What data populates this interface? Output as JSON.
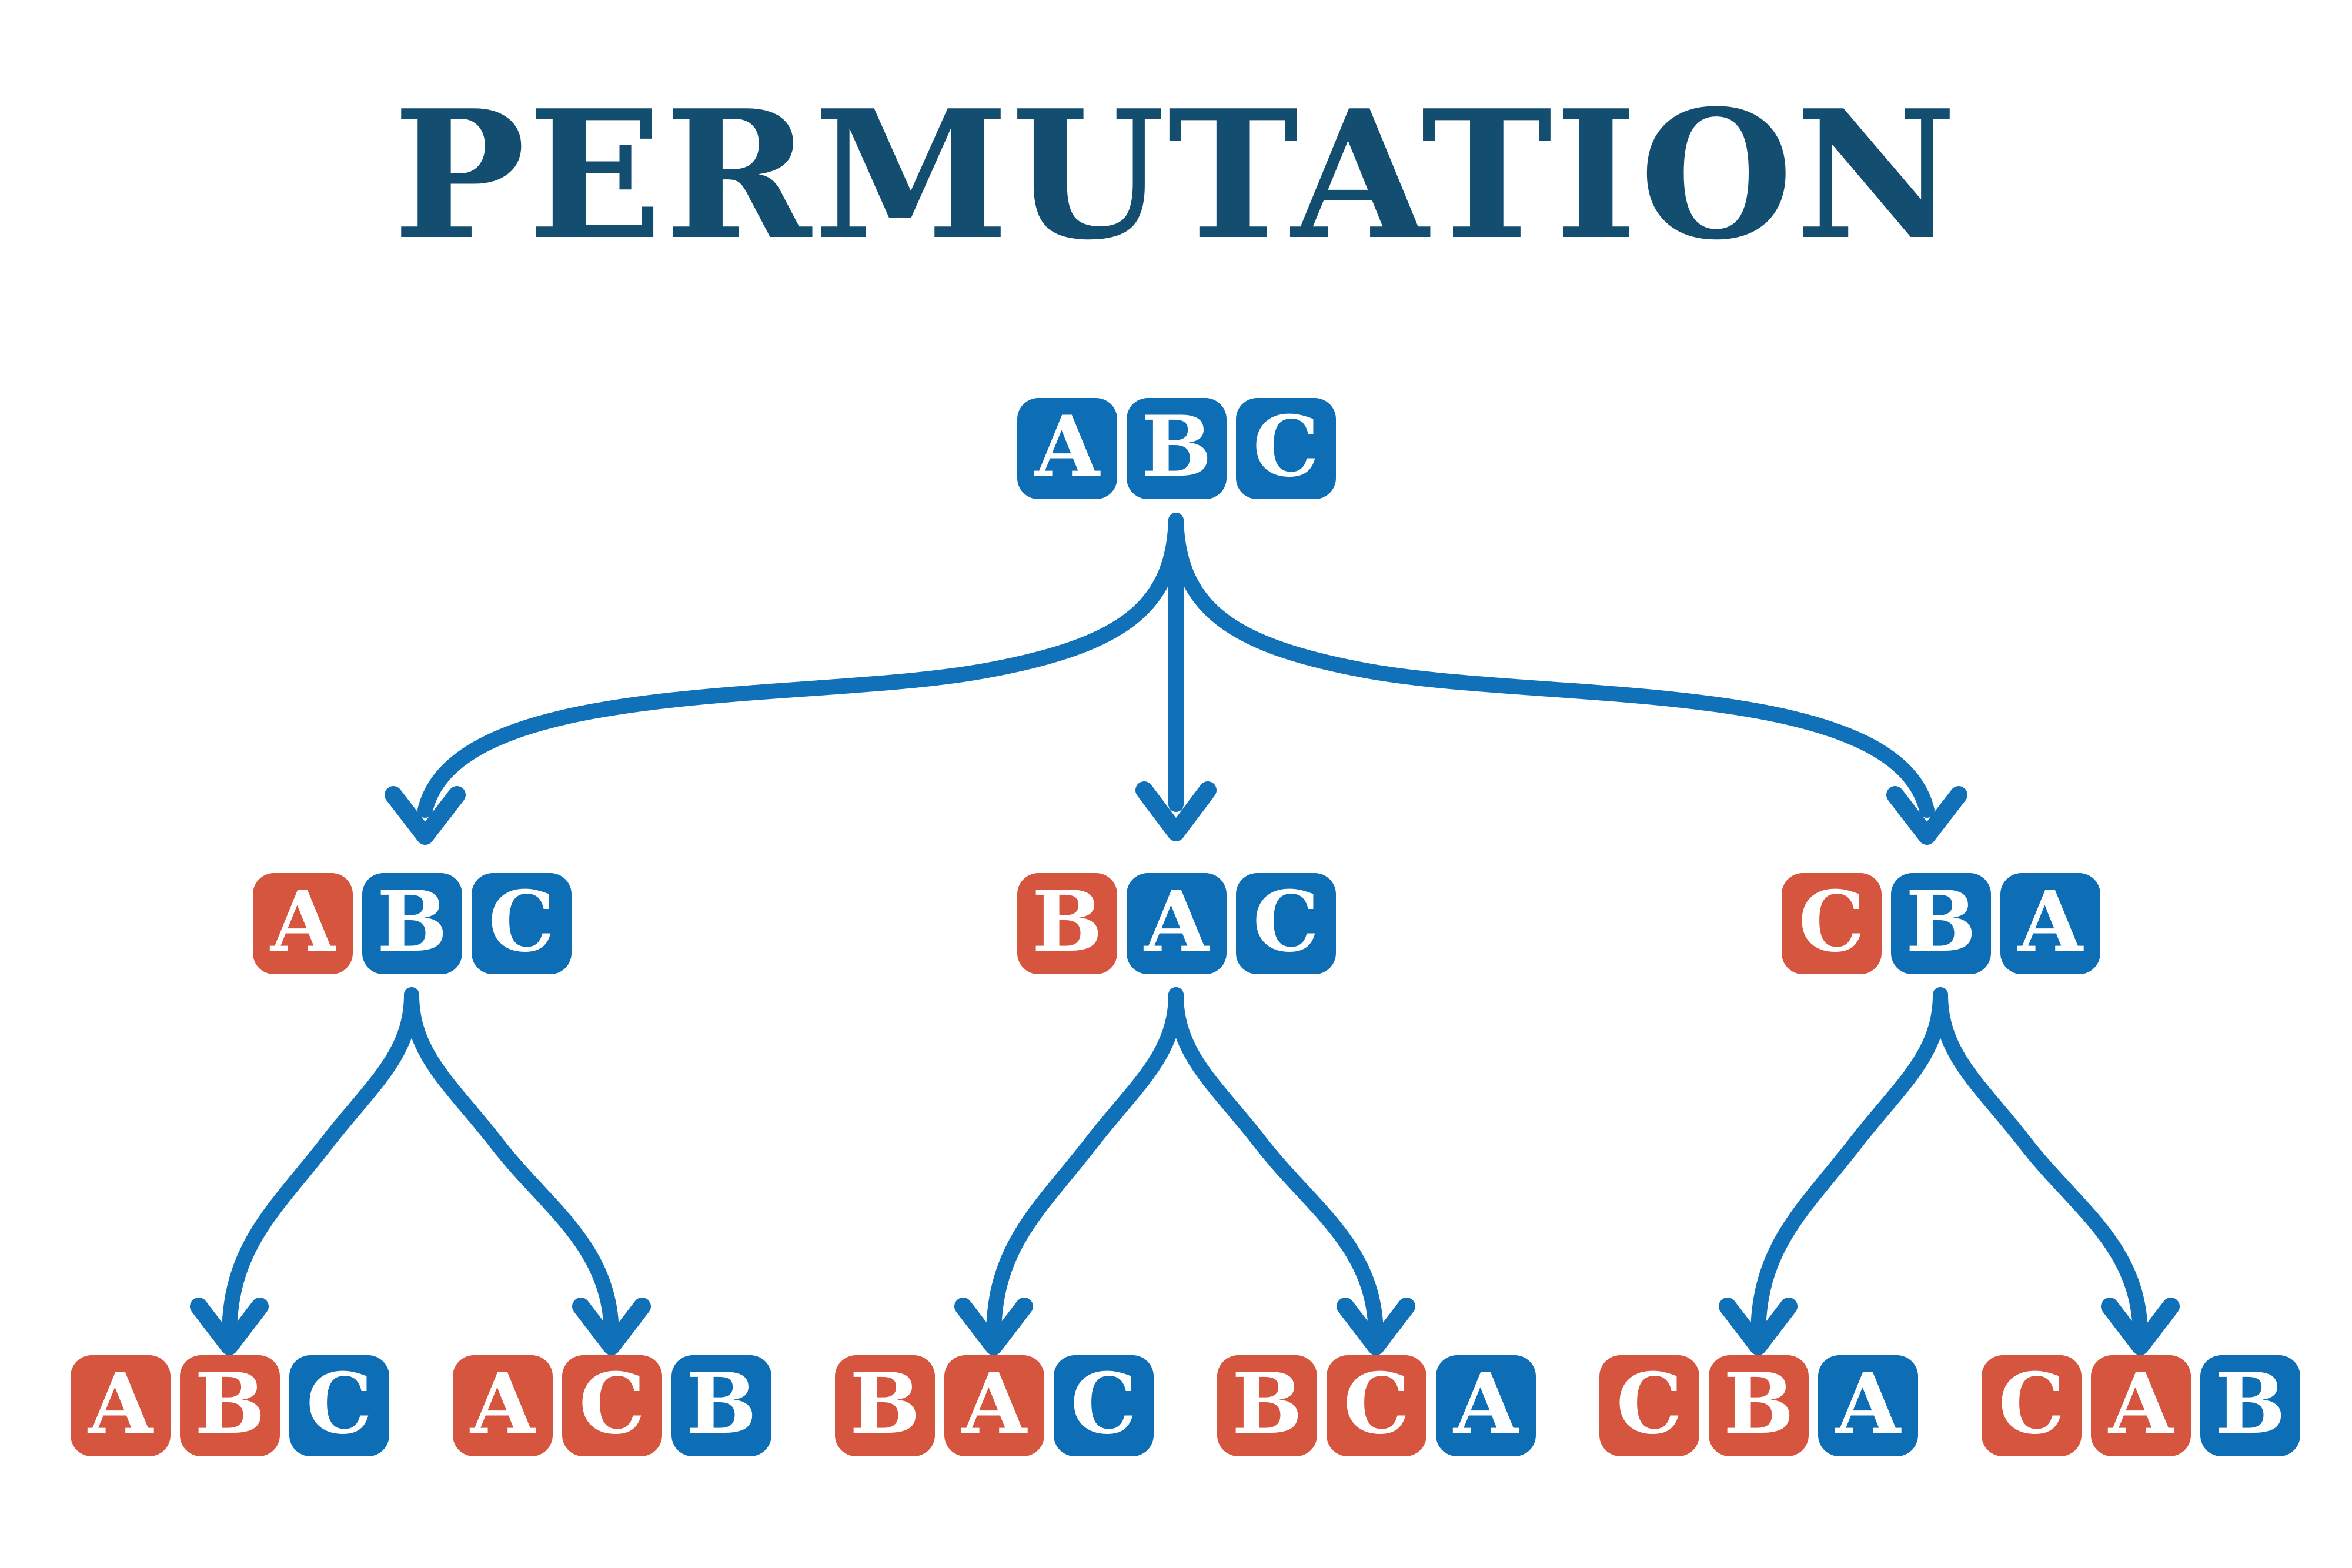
{
  "title": {
    "text": "PERMUTATION"
  },
  "palette": {
    "blue": "#0d6db5",
    "red": "#d6553e",
    "arrow": "#1070b8",
    "title": "#134e70",
    "background": "#ffffff"
  },
  "tree": {
    "root": {
      "label": "ABC",
      "letters": [
        {
          "char": "A",
          "color": "blue"
        },
        {
          "char": "B",
          "color": "blue"
        },
        {
          "char": "C",
          "color": "blue"
        }
      ]
    },
    "level2": [
      {
        "label": "ABC",
        "letters": [
          {
            "char": "A",
            "color": "red"
          },
          {
            "char": "B",
            "color": "blue"
          },
          {
            "char": "C",
            "color": "blue"
          }
        ]
      },
      {
        "label": "BAC",
        "letters": [
          {
            "char": "B",
            "color": "red"
          },
          {
            "char": "A",
            "color": "blue"
          },
          {
            "char": "C",
            "color": "blue"
          }
        ]
      },
      {
        "label": "CBA",
        "letters": [
          {
            "char": "C",
            "color": "red"
          },
          {
            "char": "B",
            "color": "blue"
          },
          {
            "char": "A",
            "color": "blue"
          }
        ]
      }
    ],
    "leaves": [
      {
        "label": "ABC",
        "letters": [
          {
            "char": "A",
            "color": "red"
          },
          {
            "char": "B",
            "color": "red"
          },
          {
            "char": "C",
            "color": "blue"
          }
        ]
      },
      {
        "label": "ACB",
        "letters": [
          {
            "char": "A",
            "color": "red"
          },
          {
            "char": "C",
            "color": "red"
          },
          {
            "char": "B",
            "color": "blue"
          }
        ]
      },
      {
        "label": "BAC",
        "letters": [
          {
            "char": "B",
            "color": "red"
          },
          {
            "char": "A",
            "color": "red"
          },
          {
            "char": "C",
            "color": "blue"
          }
        ]
      },
      {
        "label": "BCA",
        "letters": [
          {
            "char": "B",
            "color": "red"
          },
          {
            "char": "C",
            "color": "red"
          },
          {
            "char": "A",
            "color": "blue"
          }
        ]
      },
      {
        "label": "CBA",
        "letters": [
          {
            "char": "C",
            "color": "red"
          },
          {
            "char": "B",
            "color": "red"
          },
          {
            "char": "A",
            "color": "blue"
          }
        ]
      },
      {
        "label": "CAB",
        "letters": [
          {
            "char": "C",
            "color": "red"
          },
          {
            "char": "A",
            "color": "red"
          },
          {
            "char": "B",
            "color": "blue"
          }
        ]
      }
    ]
  }
}
